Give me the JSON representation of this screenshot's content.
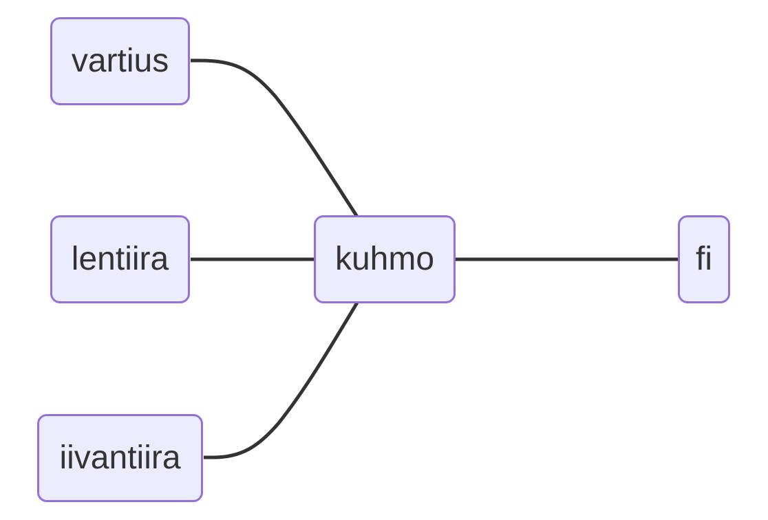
{
  "diagram": {
    "nodes": {
      "vartius": "vartius",
      "lentiira": "lentiira",
      "iivantiira": "iivantiira",
      "kuhmo": "kuhmo",
      "fi": "fi"
    },
    "edges": [
      {
        "from": "vartius",
        "to": "kuhmo"
      },
      {
        "from": "lentiira",
        "to": "kuhmo"
      },
      {
        "from": "iivantiira",
        "to": "kuhmo"
      },
      {
        "from": "kuhmo",
        "to": "fi"
      }
    ]
  },
  "colors": {
    "node_fill": "#ececff",
    "node_border": "#9370db",
    "edge": "#333333",
    "text": "#333333"
  }
}
